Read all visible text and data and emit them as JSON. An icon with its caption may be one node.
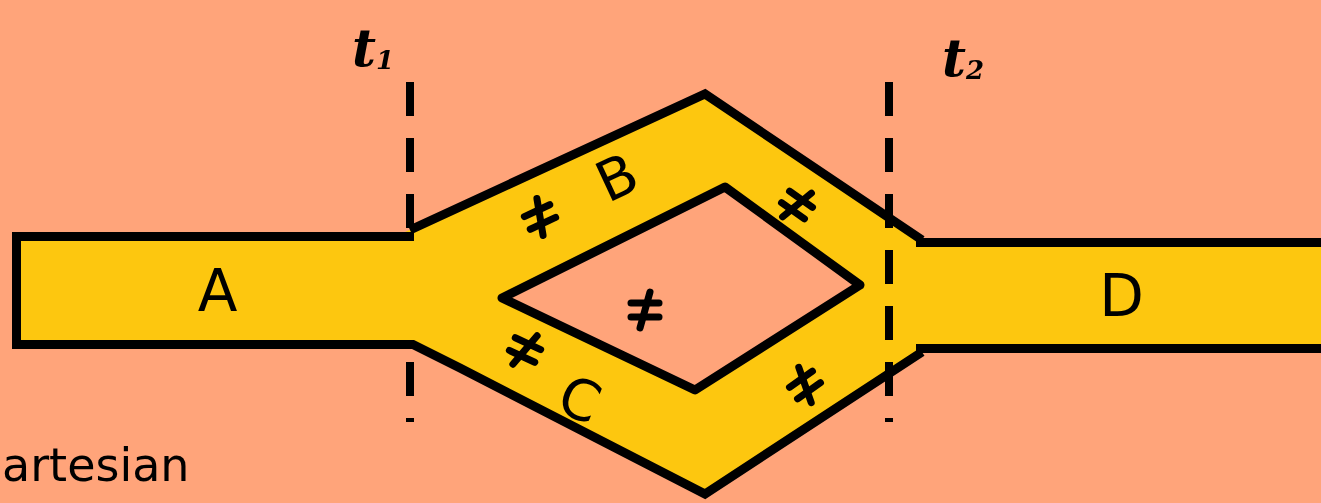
{
  "diagram": {
    "nodes": [
      {
        "text": [
          "A"
        ]
      },
      {
        "text": [
          "D"
        ]
      }
    ],
    "labels": [
      "t$_{1}$",
      "t$_{2}$",
      "B",
      "C",
      "artesian"
    ]
  }
}
